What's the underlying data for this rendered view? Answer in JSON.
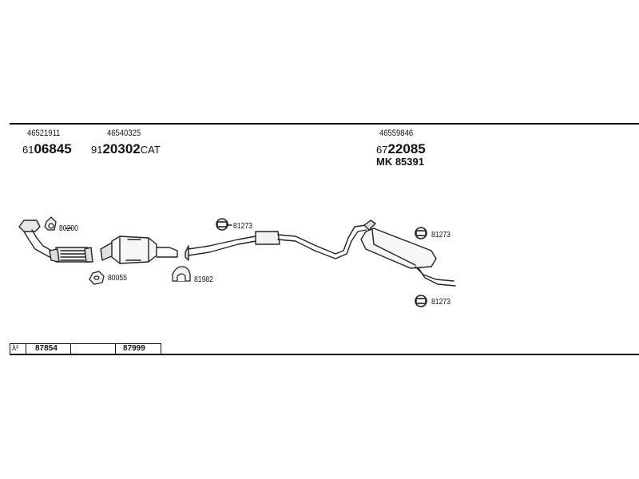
{
  "parts": {
    "p1": {
      "oe": "46521911",
      "prefix": "61",
      "main": "06845",
      "suffix": ""
    },
    "p2": {
      "oe": "46540325",
      "prefix": "91",
      "main": "20302",
      "suffix": "CAT"
    },
    "p3": {
      "oe": "46559846",
      "prefix": "67",
      "main": "22085",
      "suffix": "",
      "extra": "MK 85391"
    }
  },
  "callouts": {
    "c80200": "80200",
    "c80055": "80055",
    "c81982": "81982",
    "c81273a": "81273",
    "c81273b": "81273",
    "c81273c": "81273"
  },
  "lambda": {
    "symbol": "λ¹",
    "left": "87854",
    "right": "87999"
  }
}
